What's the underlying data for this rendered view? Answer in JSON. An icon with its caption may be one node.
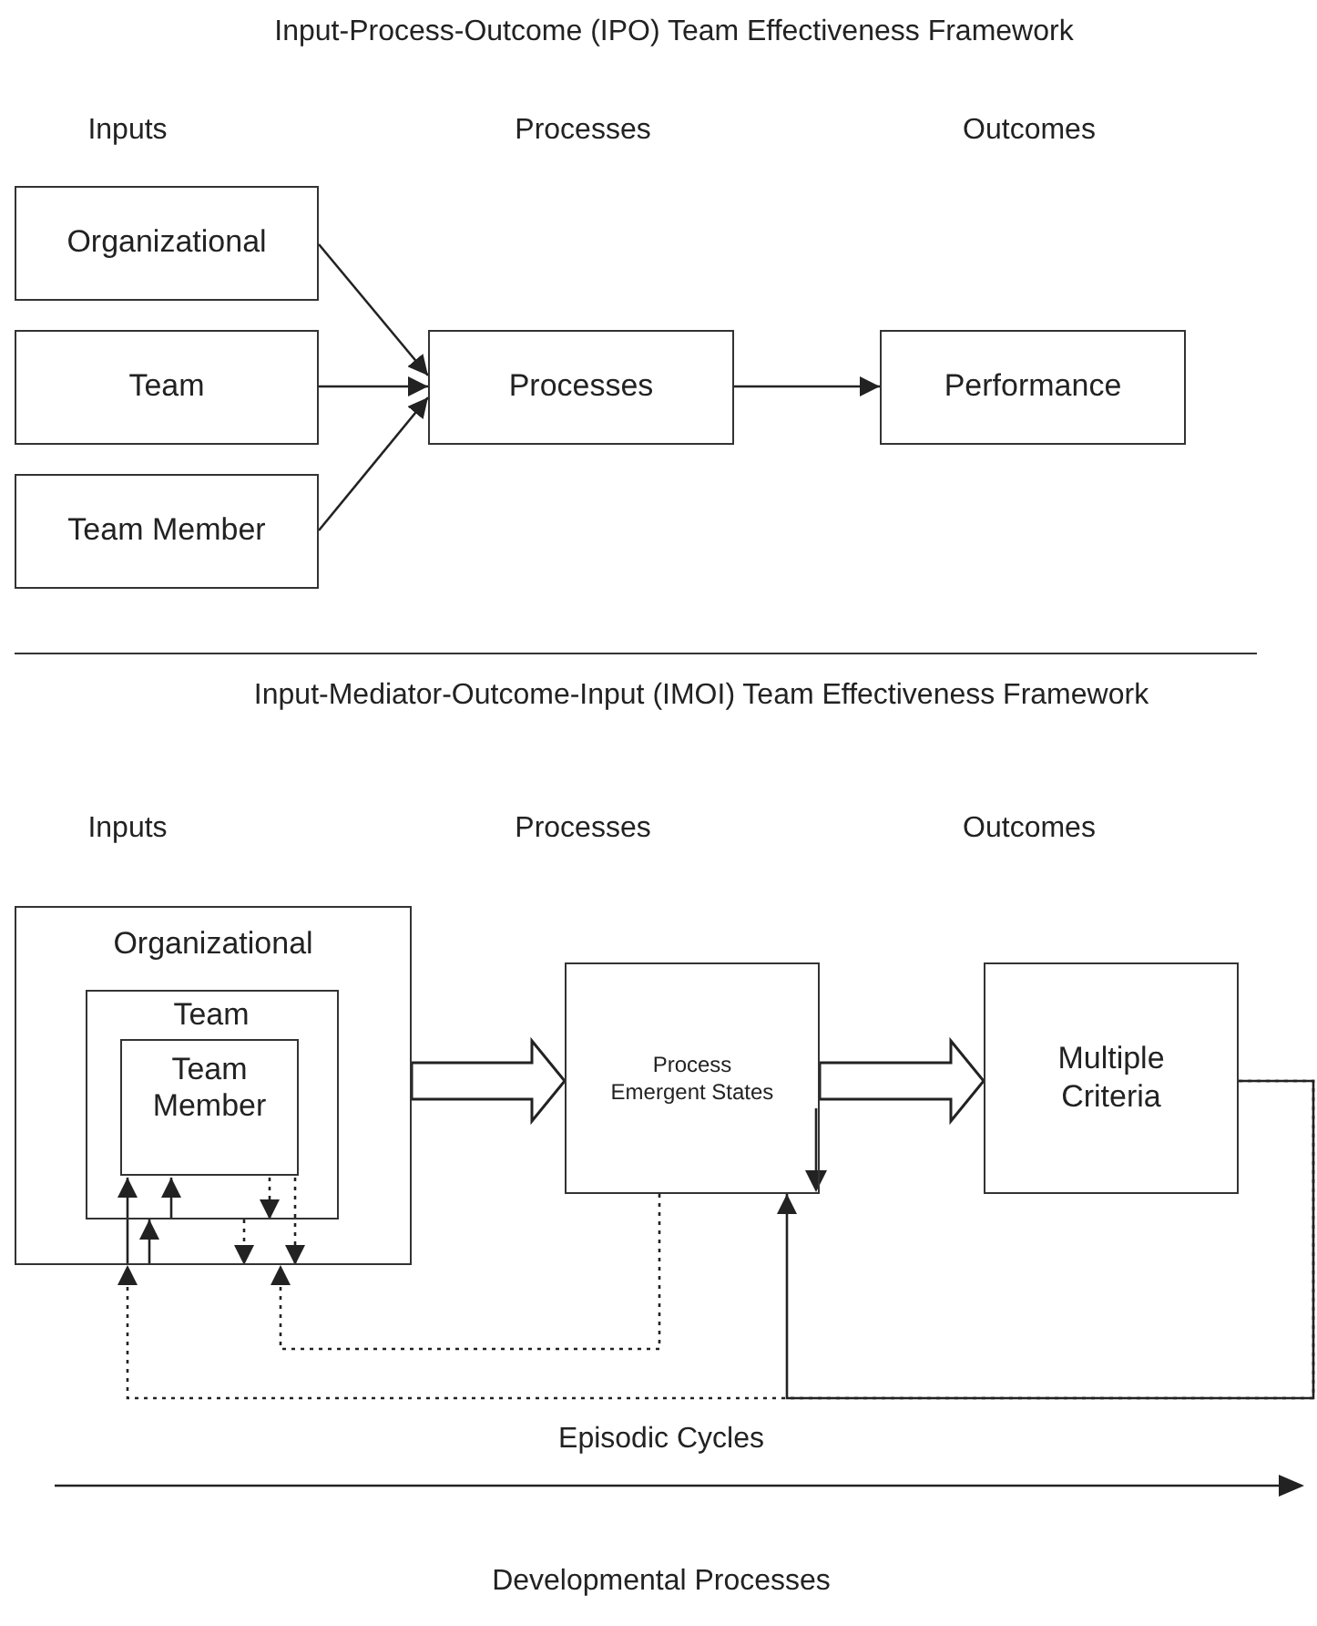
{
  "diagram": {
    "nodes": [
      {
        "text": [
          "Organizational"
        ]
      },
      {
        "text": [
          "Team"
        ]
      },
      {
        "text": [
          "Team Member"
        ]
      },
      {
        "text": [
          "Processes"
        ]
      },
      {
        "text": [
          "Performance"
        ]
      },
      {
        "text": [
          "Organizational"
        ]
      },
      {
        "text": [
          "Team"
        ],
        "in": 5
      },
      {
        "text": [
          "Team Member"
        ],
        "in": 6
      },
      {
        "text": [
          "Process Emergent States"
        ]
      },
      {
        "text": [
          "Multiple Criteria"
        ]
      }
    ],
    "edges": [
      {
        "from": 0,
        "to": 3,
        "arrow": "to"
      },
      {
        "from": 1,
        "to": 3,
        "arrow": "to"
      },
      {
        "from": 2,
        "to": 3,
        "arrow": "to"
      },
      {
        "from": 3,
        "to": 4,
        "arrow": "to"
      },
      {
        "from": 5,
        "to": 8,
        "arrow": "to",
        "style": "thick"
      },
      {
        "from": 8,
        "to": 9,
        "arrow": "to",
        "style": "thick"
      },
      {
        "from": 9,
        "to": 8,
        "arrow": "to"
      },
      {
        "from": 9,
        "to": 5,
        "arrow": "to",
        "style": "dashed"
      },
      {
        "from": 8,
        "to": 5,
        "arrow": "to",
        "style": "dashed"
      },
      {
        "from": 5,
        "to": 7,
        "arrow": "to"
      },
      {
        "from": 5,
        "to": 6,
        "arrow": "to"
      },
      {
        "from": 6,
        "to": 7,
        "arrow": "to"
      },
      {
        "from": 7,
        "to": 6,
        "arrow": "to",
        "style": "dashed"
      },
      {
        "from": 6,
        "to": 5,
        "arrow": "to",
        "style": "dashed"
      },
      {
        "from": 7,
        "to": 5,
        "arrow": "to",
        "style": "dashed"
      }
    ],
    "labels": [
      "Input-Process-Outcome (IPO) Team Effectiveness Framework",
      "Inputs",
      "Processes",
      "Outcomes",
      "Input-Mediator-Outcome-Input (IMOI) Team Effectiveness Framework",
      "Inputs",
      "Processes",
      "Outcomes",
      "Episodic Cycles",
      "Developmental Processes"
    ]
  }
}
